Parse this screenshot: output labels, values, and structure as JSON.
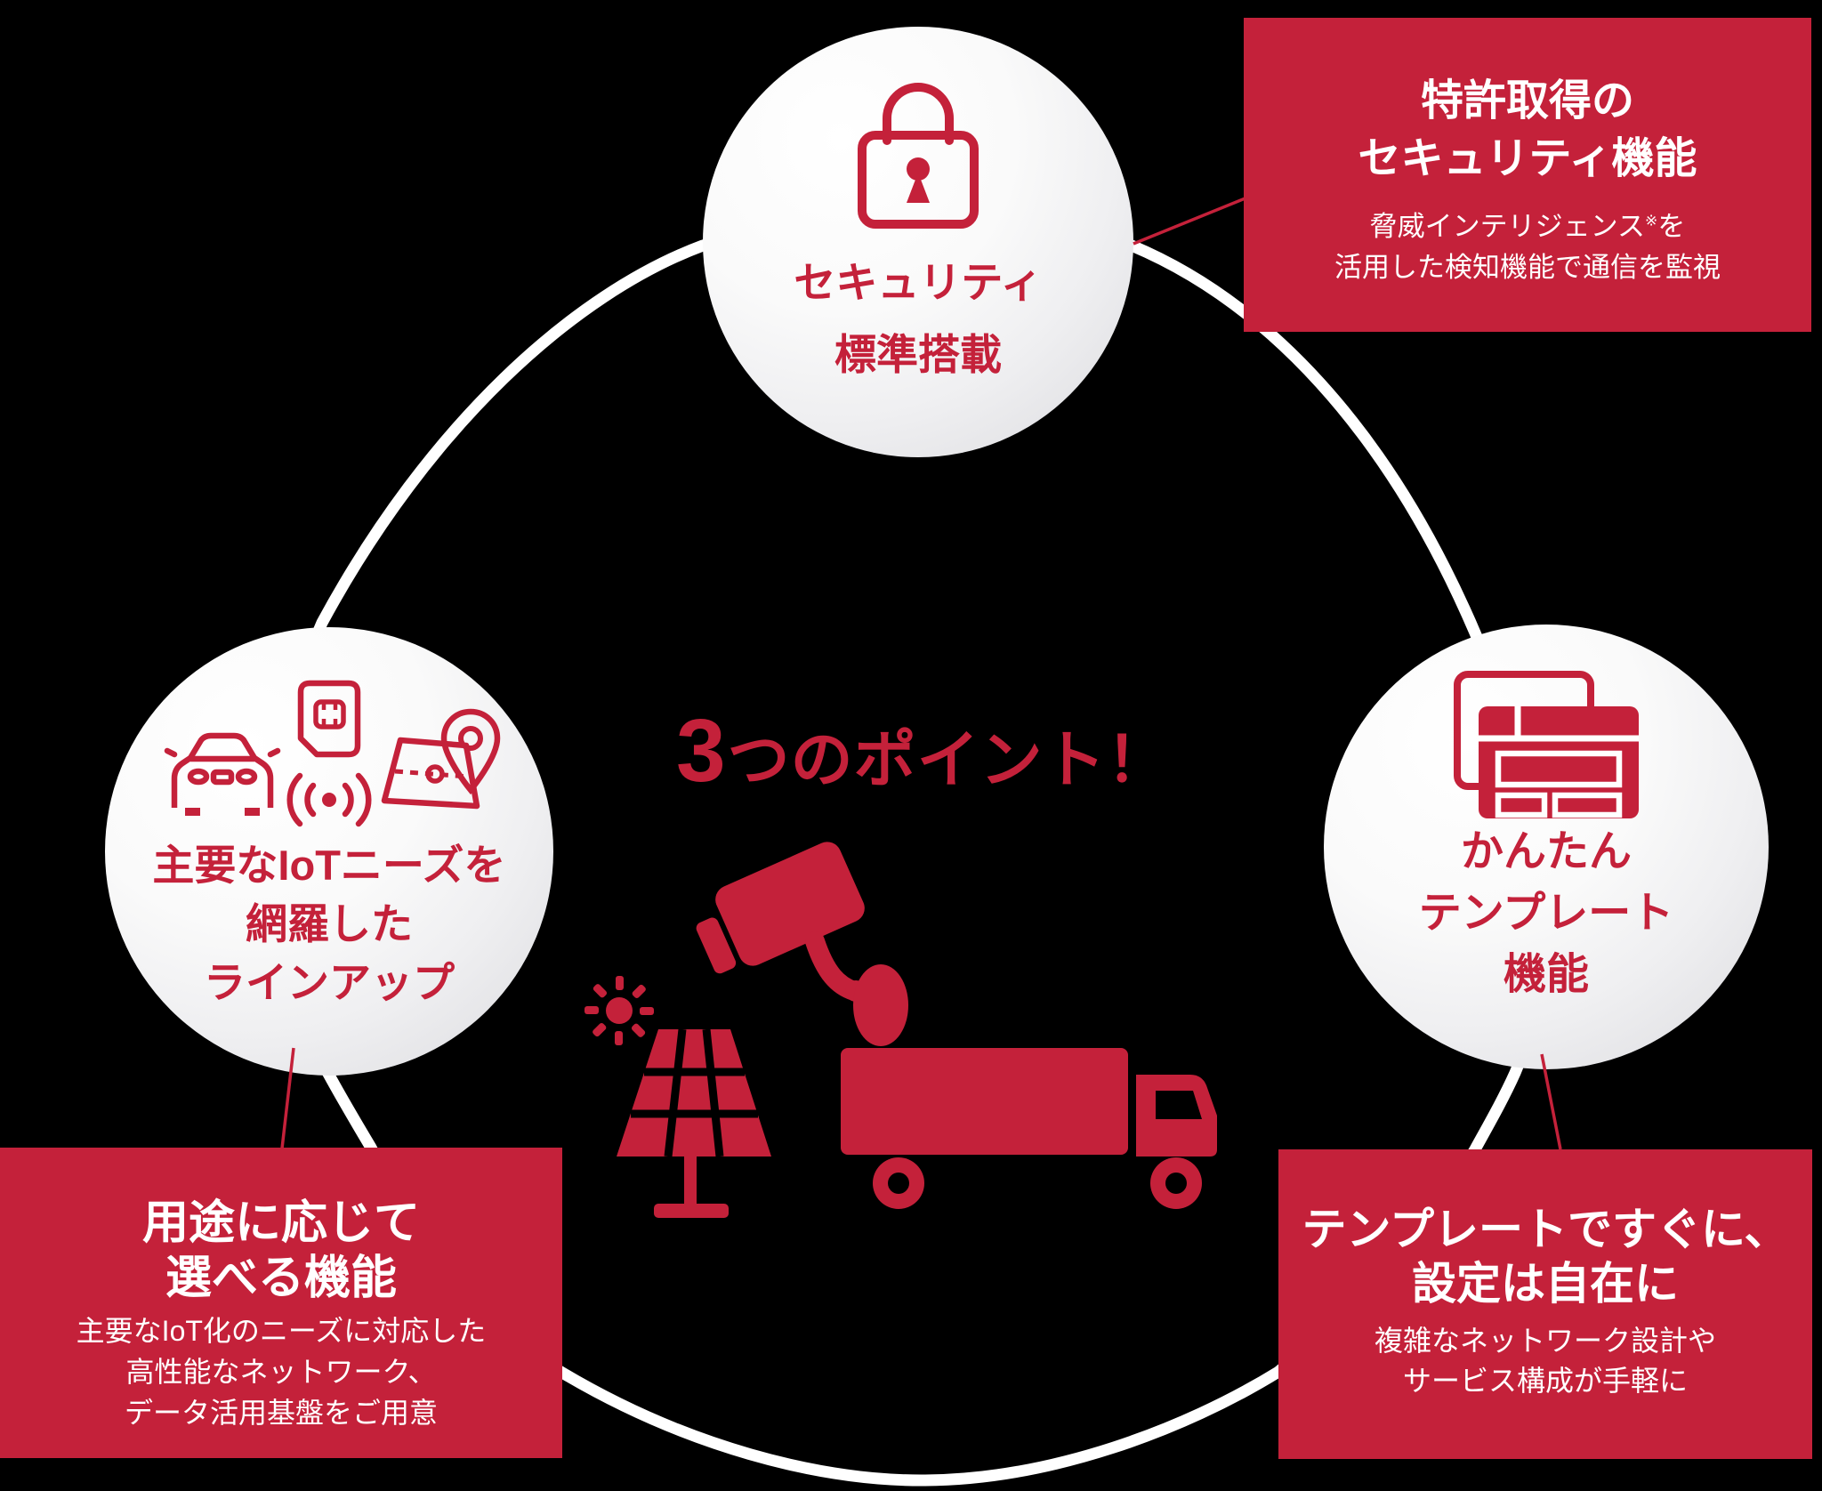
{
  "colors": {
    "background": "#000000",
    "accent_red": "#C4213A",
    "circle_light": "#FFFFFF",
    "circle_shade": "#D2D2D6",
    "text_on_red": "#FFFFFF"
  },
  "center": {
    "title_number": "3",
    "title_text": "つのポイント！"
  },
  "nodes": {
    "security": {
      "line1": "セキュリティ",
      "line2": "標準搭載"
    },
    "lineup": {
      "line1": "主要なIoTニーズを",
      "line2": "網羅した",
      "line3": "ラインアップ"
    },
    "template": {
      "line1": "かんたん",
      "line2": "テンプレート",
      "line3": "機能"
    }
  },
  "callouts": {
    "security": {
      "title1": "特許取得の",
      "title2": "セキュリティ機能",
      "body1_text": "脅威インテリジェンス",
      "body1_sup": "※",
      "body1_tail": "を",
      "body2": "活用した検知機能で通信を監視"
    },
    "lineup": {
      "title1": "用途に応じて",
      "title2": "選べる機能",
      "body1": "主要なIoT化のニーズに対応した",
      "body2": "高性能なネットワーク、",
      "body3": "データ活用基盤をご用意"
    },
    "template": {
      "title1": "テンプレートですぐに、",
      "title2": "設定は自在に",
      "body1": "複雑なネットワーク設計や",
      "body2": "サービス構成が手軽に"
    }
  },
  "icons": {
    "security_node": "lock-icon",
    "lineup_node": [
      "car-icon",
      "sim-card-icon",
      "wireless-signal-icon",
      "map-route-icon",
      "location-pin-icon"
    ],
    "template_node": "template-windows-icon",
    "center_illustration": [
      "sun-icon",
      "solar-panel-icon",
      "cctv-camera-icon",
      "person-icon",
      "delivery-truck-icon"
    ]
  }
}
